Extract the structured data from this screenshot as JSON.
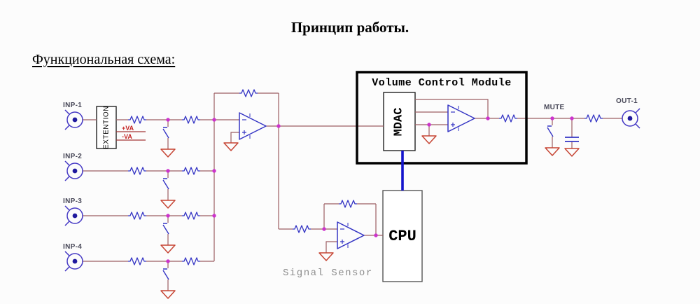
{
  "title": "Принцип работы.",
  "subtitle": "Функциональная схема:",
  "connectors": {
    "inputs": [
      "INP-1",
      "INP-2",
      "INP-3",
      "INP-4"
    ],
    "output": "OUT-1"
  },
  "blocks": {
    "extension": "EXTENTION",
    "module_title": "Volume Control Module",
    "mdac": "MDAC",
    "cpu": "CPU",
    "signal_sensor": "Signal Sensor"
  },
  "signals": {
    "mute": "MUTE",
    "power_positive": "+VA",
    "power_negative": "-VA"
  },
  "colors": {
    "wire": "#9b5e62",
    "component_blue": "#3434c4",
    "junction_magenta": "#cc33cc",
    "ground_red": "#c64433",
    "digital_bus_blue": "#1414cc",
    "power_label_red": "#c42222",
    "connector_label_gray": "#484858"
  }
}
